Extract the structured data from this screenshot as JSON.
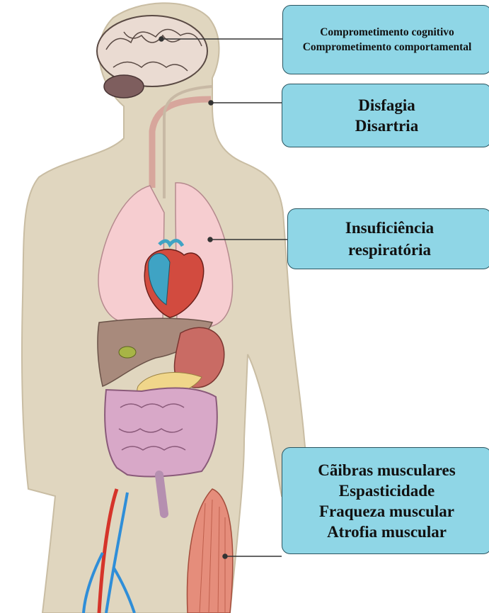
{
  "labels": {
    "brain": [
      "Comprometimento cognitivo",
      "Comprometimento comportamental"
    ],
    "throat": [
      "Disfagia",
      "Disartria"
    ],
    "lungs": [
      "Insuficiência",
      "respiratória"
    ],
    "muscle": [
      "Cãibras musculares",
      "Espasticidade",
      "Fraqueza muscular",
      "Atrofia muscular"
    ]
  },
  "colors": {
    "box_fill": "#8fd6e6",
    "box_border": "#2b5560",
    "body_skin": "#e0d6bf",
    "lung": "#f6cdd0",
    "artery": "#d5342a",
    "vein": "#2f8ed8"
  }
}
